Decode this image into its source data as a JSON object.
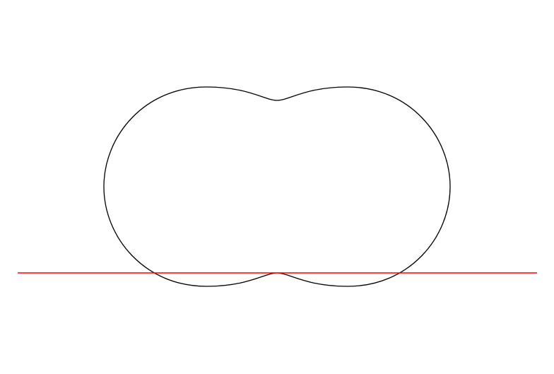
{
  "figure": {
    "background_color": "#ffffff",
    "shapes": [
      {
        "kind": "closed-curve",
        "description_name": "peanut-oval-curve",
        "stroke_color": "#000000",
        "fill": "none"
      },
      {
        "kind": "straight-line",
        "description_name": "horizontal-tangent-line",
        "stroke_color": "#ff0000"
      }
    ]
  }
}
